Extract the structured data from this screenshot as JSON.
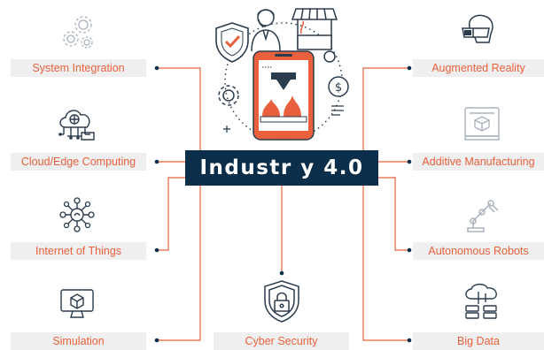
{
  "title": "Industr y 4.0",
  "left_items": [
    {
      "label": "System Integration",
      "icon": "gears-icon"
    },
    {
      "label": "Cloud/Edge Computing",
      "icon": "cloud-network-icon"
    },
    {
      "label": "Internet of Things",
      "icon": "iot-hub-icon"
    },
    {
      "label": "Simulation",
      "icon": "monitor-cube-icon"
    }
  ],
  "center_item": {
    "label": "Cyber Security",
    "icon": "shield-lock-icon"
  },
  "right_items": [
    {
      "label": "Augmented Reality",
      "icon": "vr-headset-icon"
    },
    {
      "label": "Additive Manufacturing",
      "icon": "3d-printer-icon"
    },
    {
      "label": "Autonomous Robots",
      "icon": "robot-arm-icon"
    },
    {
      "label": "Big Data",
      "icon": "cloud-database-icon"
    }
  ],
  "phone": {
    "price_symbol": "$"
  },
  "colors": {
    "accent": "#e8613c",
    "title_bg": "#0b2f4a",
    "label_bg": "#efefef",
    "line": "#e8613c",
    "icon": "#2b3c4e"
  }
}
